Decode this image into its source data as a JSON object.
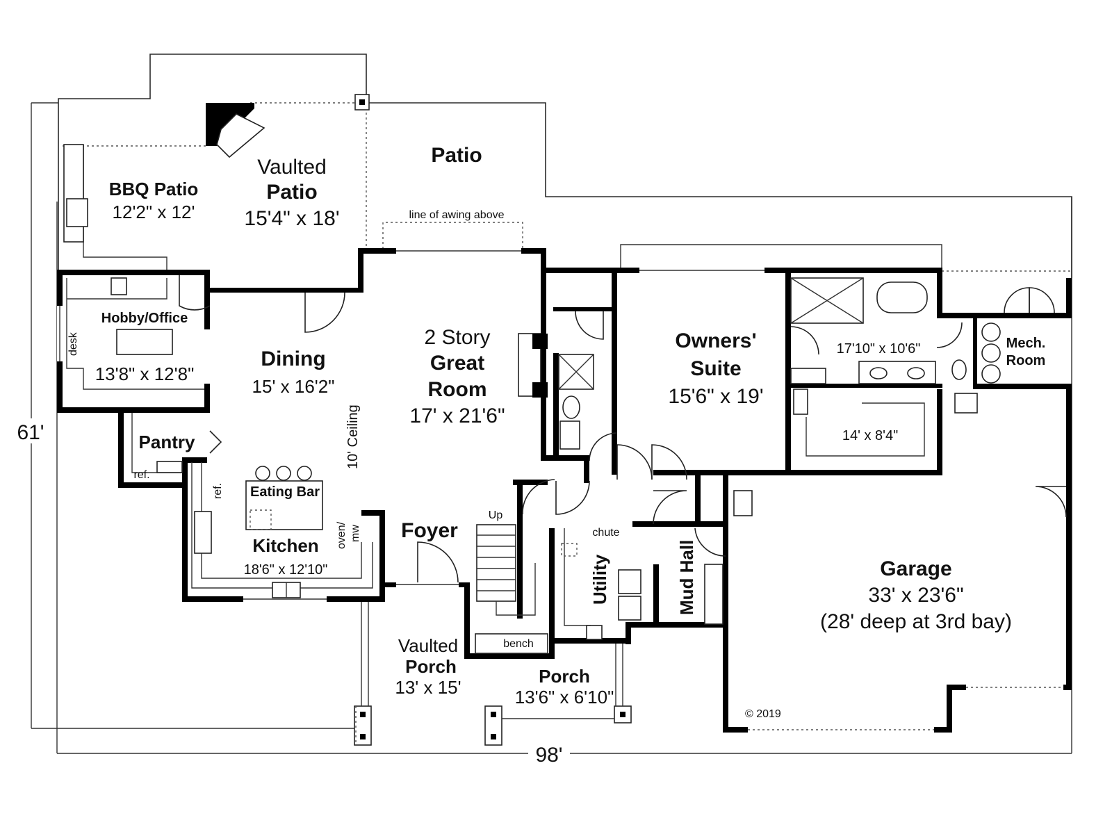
{
  "plan": {
    "rooms": {
      "bbq_patio": {
        "name": "BBQ Patio",
        "size": "12'2\" x 12'"
      },
      "vaulted_patio": {
        "prefix": "Vaulted",
        "name": "Patio",
        "size": "15'4\" x 18'"
      },
      "patio": {
        "name": "Patio"
      },
      "awing": {
        "note": "line of awing above"
      },
      "hobby_office": {
        "name": "Hobby/Office",
        "size": "13'8\" x 12'8\"",
        "desk": "desk"
      },
      "dining": {
        "name": "Dining",
        "size": "15' x 16'2\""
      },
      "great_room": {
        "prefix": "2 Story",
        "name_line1": "Great",
        "name_line2": "Room",
        "size": "17' x 21'6\""
      },
      "ceiling": {
        "note": "10' Ceiling"
      },
      "owners_suite": {
        "name_line1": "Owners'",
        "name_line2": "Suite",
        "size": "15'6\" x 19'"
      },
      "owners_bath": {
        "size": "17'10\" x 10'6\""
      },
      "owners_closet": {
        "size": "14' x 8'4\""
      },
      "mech_room": {
        "name_line1": "Mech.",
        "name_line2": "Room"
      },
      "pantry": {
        "name": "Pantry",
        "ref": "ref."
      },
      "kitchen": {
        "name": "Kitchen",
        "size": "18'6\" x 12'10\"",
        "eating_bar": "Eating Bar",
        "ref": "ref.",
        "oven_line1": "oven/",
        "oven_line2": "mw"
      },
      "foyer": {
        "name": "Foyer",
        "stair": "Up"
      },
      "utility": {
        "name": "Utility",
        "chute": "chute"
      },
      "mud_hall": {
        "name": "Mud Hall"
      },
      "bench": {
        "name": "bench"
      },
      "vaulted_porch": {
        "prefix": "Vaulted",
        "name": "Porch",
        "size": "13' x 15'"
      },
      "porch": {
        "name": "Porch",
        "size": "13'6\" x 6'10\""
      },
      "garage": {
        "name": "Garage",
        "size": "33' x 23'6\"",
        "note": "(28' deep at 3rd bay)"
      }
    },
    "dimensions": {
      "width": "98'",
      "depth": "61'"
    },
    "copyright": "© 2019"
  }
}
